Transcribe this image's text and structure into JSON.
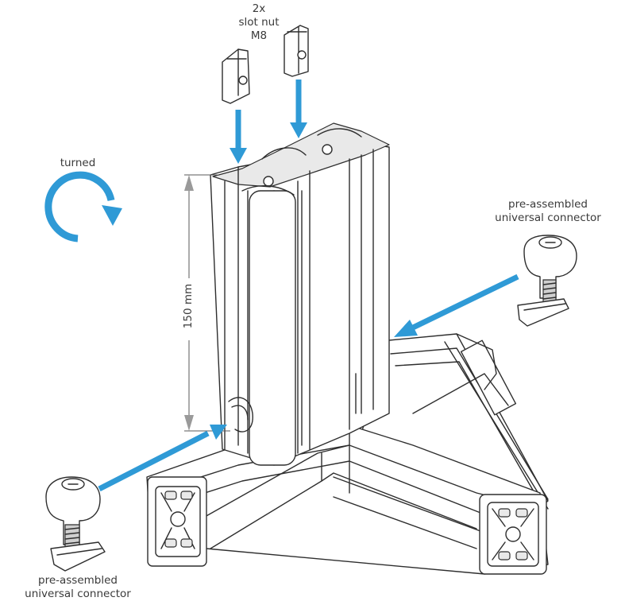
{
  "labels": {
    "slot_nut_count": "2x",
    "slot_nut_name": "slot nut",
    "slot_nut_size": "M8",
    "turned": "turned",
    "connector_right_line1": "pre-assembled",
    "connector_right_line2": "universal connector",
    "connector_left_line1": "pre-assembled",
    "connector_left_line2": "universal connector",
    "dimension": "150 mm"
  },
  "colors": {
    "arrow": "#2f9ad6",
    "outline": "#2e2e2e",
    "text": "#3a3a3a"
  },
  "icons": [
    "turn-arrow-icon"
  ]
}
